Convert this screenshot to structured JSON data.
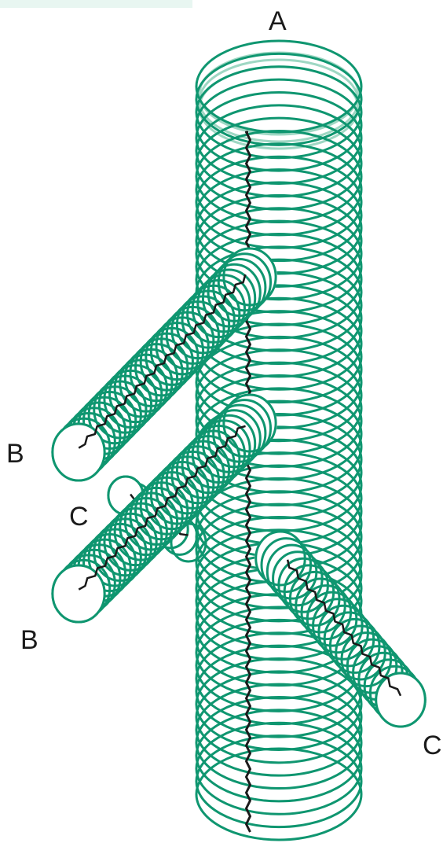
{
  "labels": {
    "a": "A",
    "b_upper": "B",
    "c_left": "C",
    "b_lower": "B",
    "c_right": "C"
  },
  "colors": {
    "coil": "#0f9670",
    "coil_light": "#9ed7c3",
    "fiber": "#1a1a1a",
    "background": "#ffffff"
  }
}
